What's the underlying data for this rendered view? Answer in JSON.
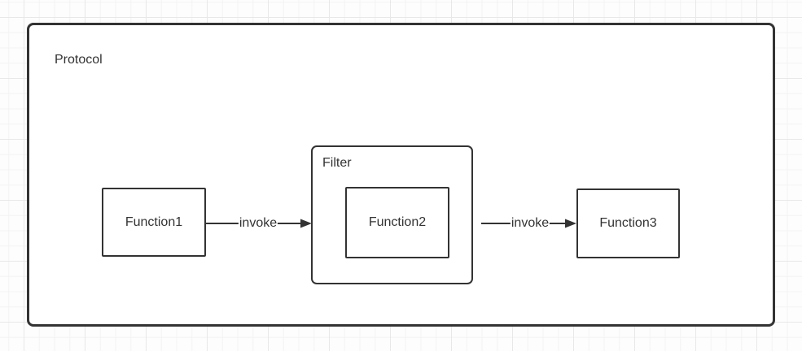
{
  "colors": {
    "stroke": "#333333",
    "text": "#333333",
    "shape_fill": "#ffffff",
    "canvas_background": "#fdfdfd",
    "grid_minor": "#f3f3f3",
    "grid_major": "#e8e8e8"
  },
  "diagram": {
    "protocol": {
      "label": "Protocol"
    },
    "filter": {
      "label": "Filter"
    },
    "function1": {
      "label": "Function1"
    },
    "function2": {
      "label": "Function2"
    },
    "function3": {
      "label": "Function3"
    },
    "edges": [
      {
        "label": "invoke",
        "from": "Function1",
        "to": "Filter"
      },
      {
        "label": "invoke",
        "from": "Filter",
        "to": "Function3"
      }
    ]
  }
}
